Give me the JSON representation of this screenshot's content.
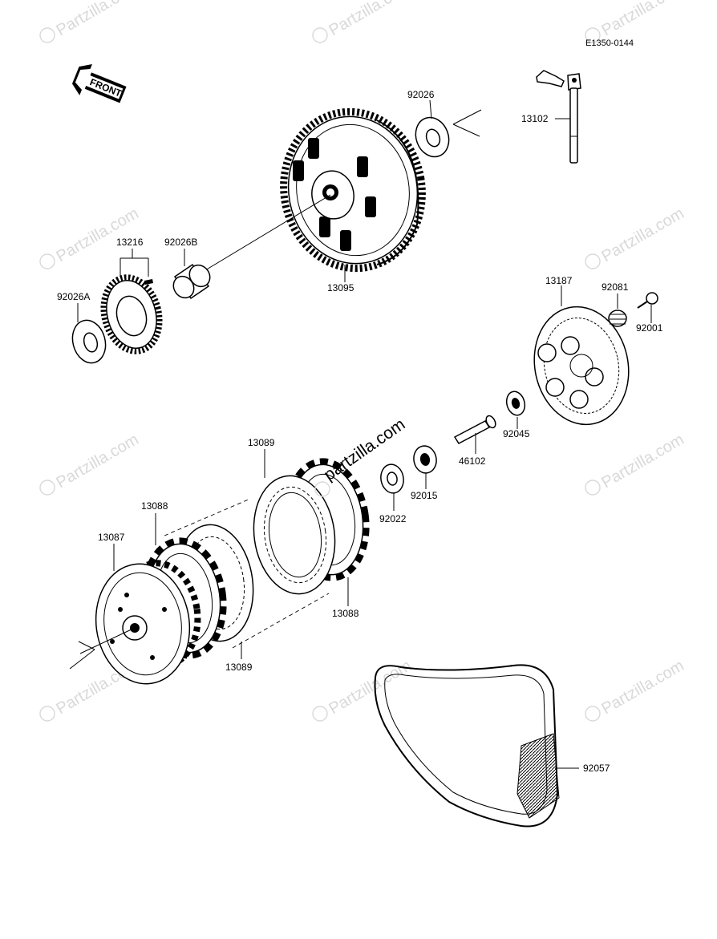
{
  "diagram_id": "E1350-0144",
  "front_tag": "FRONT",
  "watermarks": [
    "Partzilla.com",
    "partzilla.com"
  ],
  "parts": [
    {
      "number": "92026"
    },
    {
      "number": "13102"
    },
    {
      "number": "13216"
    },
    {
      "number": "92026B"
    },
    {
      "number": "13095"
    },
    {
      "number": "92026A"
    },
    {
      "number": "13187"
    },
    {
      "number": "92081"
    },
    {
      "number": "92001"
    },
    {
      "number": "92045"
    },
    {
      "number": "46102"
    },
    {
      "number": "92015"
    },
    {
      "number": "92022"
    },
    {
      "number": "13089"
    },
    {
      "number": "13088"
    },
    {
      "number": "13087"
    },
    {
      "number": "13088"
    },
    {
      "number": "13089"
    },
    {
      "number": "92057"
    }
  ]
}
